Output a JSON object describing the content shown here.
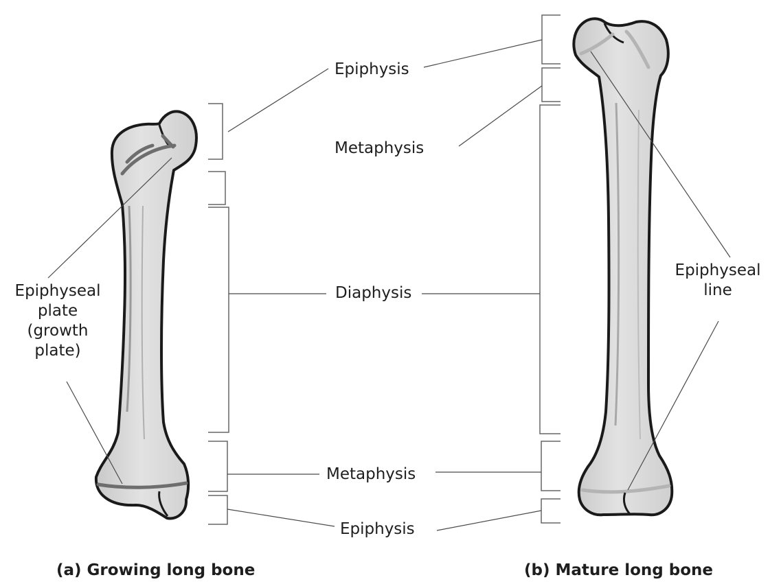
{
  "labels": {
    "epiphysis_top": "Epiphysis",
    "metaphysis_top": "Metaphysis",
    "diaphysis": "Diaphysis",
    "metaphysis_bottom": "Metaphysis",
    "epiphysis_bottom": "Epiphysis"
  },
  "growing_side_label": {
    "line1": "Epiphyseal",
    "line2": "plate",
    "line3": "(growth",
    "line4": "plate)"
  },
  "mature_side_label": {
    "line1": "Epiphyseal",
    "line2": "line"
  },
  "captions": {
    "growing": "(a) Growing long bone",
    "mature": "(b) Mature long bone"
  },
  "colors": {
    "bone_fill": "#dcdcdc",
    "bone_outline": "#1a1a1a",
    "growth_plate": "#6e6e6e",
    "epiphyseal_line": "#b4b4b4",
    "leader": "#4a4a4a"
  }
}
